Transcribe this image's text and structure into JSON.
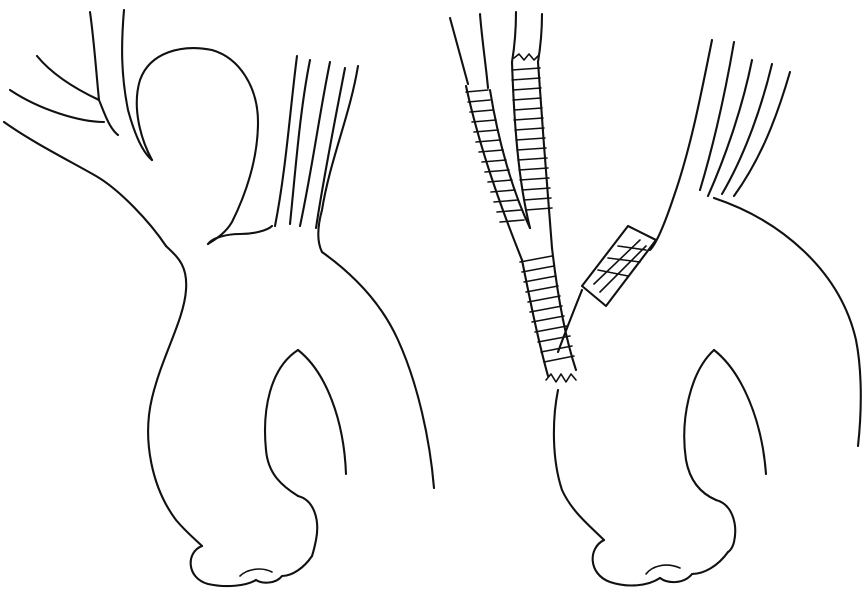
{
  "figure": {
    "panels": [
      {
        "id": "left",
        "depicts": "aortic-arch-aneurysm-before"
      },
      {
        "id": "right",
        "depicts": "aortic-arch-after-bifurcated-graft"
      }
    ],
    "stroke_color": "#111111",
    "background_color": "#ffffff"
  }
}
